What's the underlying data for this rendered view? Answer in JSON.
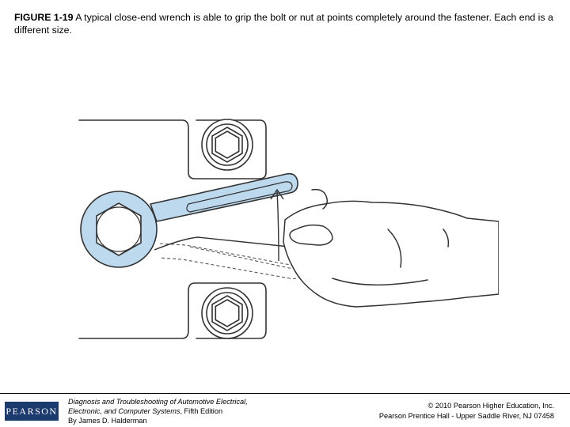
{
  "caption": {
    "label": "FIGURE 1-19",
    "text": " A typical close-end wrench is able to grip the bolt or nut at points completely around the fastener. Each end is a different size."
  },
  "footer": {
    "logo_text": "PEARSON",
    "book_title_line1": "Diagnosis and Troubleshooting of Automotive Electrical,",
    "book_title_line2": "Electronic, and Computer Systems",
    "book_edition": ", Fifth Edition",
    "book_author": "By James D. Halderman",
    "copyright_line1": "© 2010 Pearson Higher Education, Inc.",
    "copyright_line2": "Pearson Prentice Hall - Upper Saddle River, NJ 07458"
  },
  "colors": {
    "wrench_fill": "#bcd9ee",
    "line": "#333333",
    "logo_bg": "#1b3a6e"
  }
}
